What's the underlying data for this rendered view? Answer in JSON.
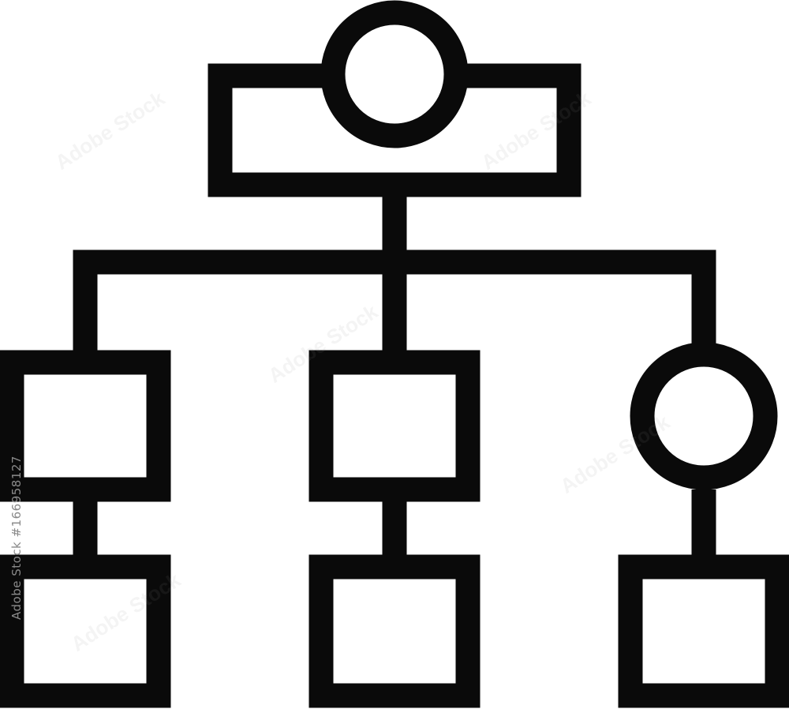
{
  "diagram": {
    "stroke_color": "#0a0a0a",
    "background_color": "#ffffff",
    "nodes": [
      {
        "id": "root",
        "shape": "rect-with-circle"
      },
      {
        "id": "child-left",
        "shape": "square"
      },
      {
        "id": "child-middle",
        "shape": "square"
      },
      {
        "id": "child-right",
        "shape": "circle"
      },
      {
        "id": "leaf-left",
        "shape": "square"
      },
      {
        "id": "leaf-middle",
        "shape": "square"
      },
      {
        "id": "leaf-right",
        "shape": "square"
      }
    ],
    "edges": [
      [
        "root",
        "child-left"
      ],
      [
        "root",
        "child-middle"
      ],
      [
        "root",
        "child-right"
      ],
      [
        "child-left",
        "leaf-left"
      ],
      [
        "child-middle",
        "leaf-middle"
      ],
      [
        "child-right",
        "leaf-right"
      ]
    ]
  },
  "watermark": {
    "stock_id": "#166958127",
    "brand": "Adobe Stock"
  }
}
